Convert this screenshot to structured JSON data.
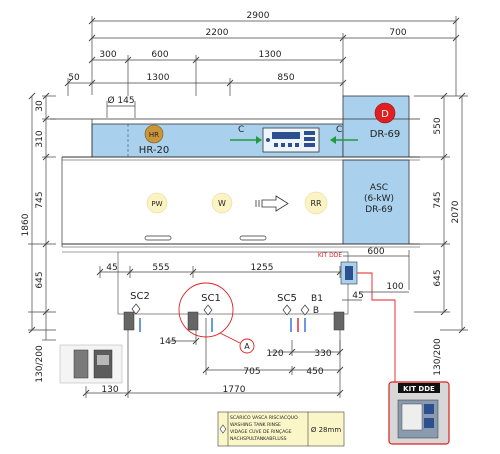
{
  "colors": {
    "line": "#333333",
    "dim": "#444444",
    "panel_blue": "#a9d1ee",
    "panel_blue_dark": "#8fc0e6",
    "pale_circle": "#fbf3c2",
    "hr_circle": "#c9963a",
    "red_circle": "#e02020",
    "red_line": "#e02020",
    "inlet_blue": "#2b6fd6",
    "arrow_green": "#1f9b3b",
    "legend_yellow": "#fbf6c8",
    "kit_frame": "#c9c9c9",
    "kit_frame_border": "#e02020"
  },
  "dimensions": {
    "top": {
      "overall": "2900",
      "main": "2200",
      "dryer": "700",
      "sub_300": "300",
      "sub_600": "600",
      "sub_1300a": "1300",
      "sub_50": "50",
      "sub_1300b": "1300",
      "sub_850": "850",
      "dia_145": "Ø 145"
    },
    "left": {
      "d30": "30",
      "d310": "310",
      "d745": "745",
      "d1860": "1860",
      "d645": "645",
      "d130_200": "130/200"
    },
    "right": {
      "d550": "550",
      "d745": "745",
      "d2070": "2070",
      "d645": "645",
      "d130_200": "130/200",
      "d600": "600",
      "d100": "100",
      "d45": "45"
    },
    "bottom": {
      "d45": "45",
      "d555": "555",
      "d1255": "1255",
      "d145": "145",
      "d120": "120",
      "d330": "330",
      "d705": "705",
      "d450": "450",
      "d130": "130",
      "d1770": "1770"
    }
  },
  "machine": {
    "hr_badge": "HR",
    "hr_label": "HR-20",
    "d_badge": "D",
    "d_label": "DR-69",
    "c_left": "C",
    "c_right": "C",
    "pw": "PW",
    "w": "W",
    "rr": "RR",
    "asc_line1": "ASC",
    "asc_line2": "(6-kW)",
    "asc_line3": "DR-69"
  },
  "connections": {
    "sc2": "SC2",
    "sc1": "SC1",
    "sc5": "SC5",
    "b1": "B1",
    "b": "B",
    "callout_a": "A",
    "kit_dde_small": "KIT DDE",
    "kit_dde_title": "KIT DDE"
  },
  "legend": {
    "line1": "SCARICO VASCA RISCIACQUO",
    "line2": "WASHING TANK RINSE",
    "line3": "VIDAGE CUVE DE RINÇAGE",
    "line4": "NACHSPULTANKABFLUSS",
    "value": "Ø 28mm"
  }
}
